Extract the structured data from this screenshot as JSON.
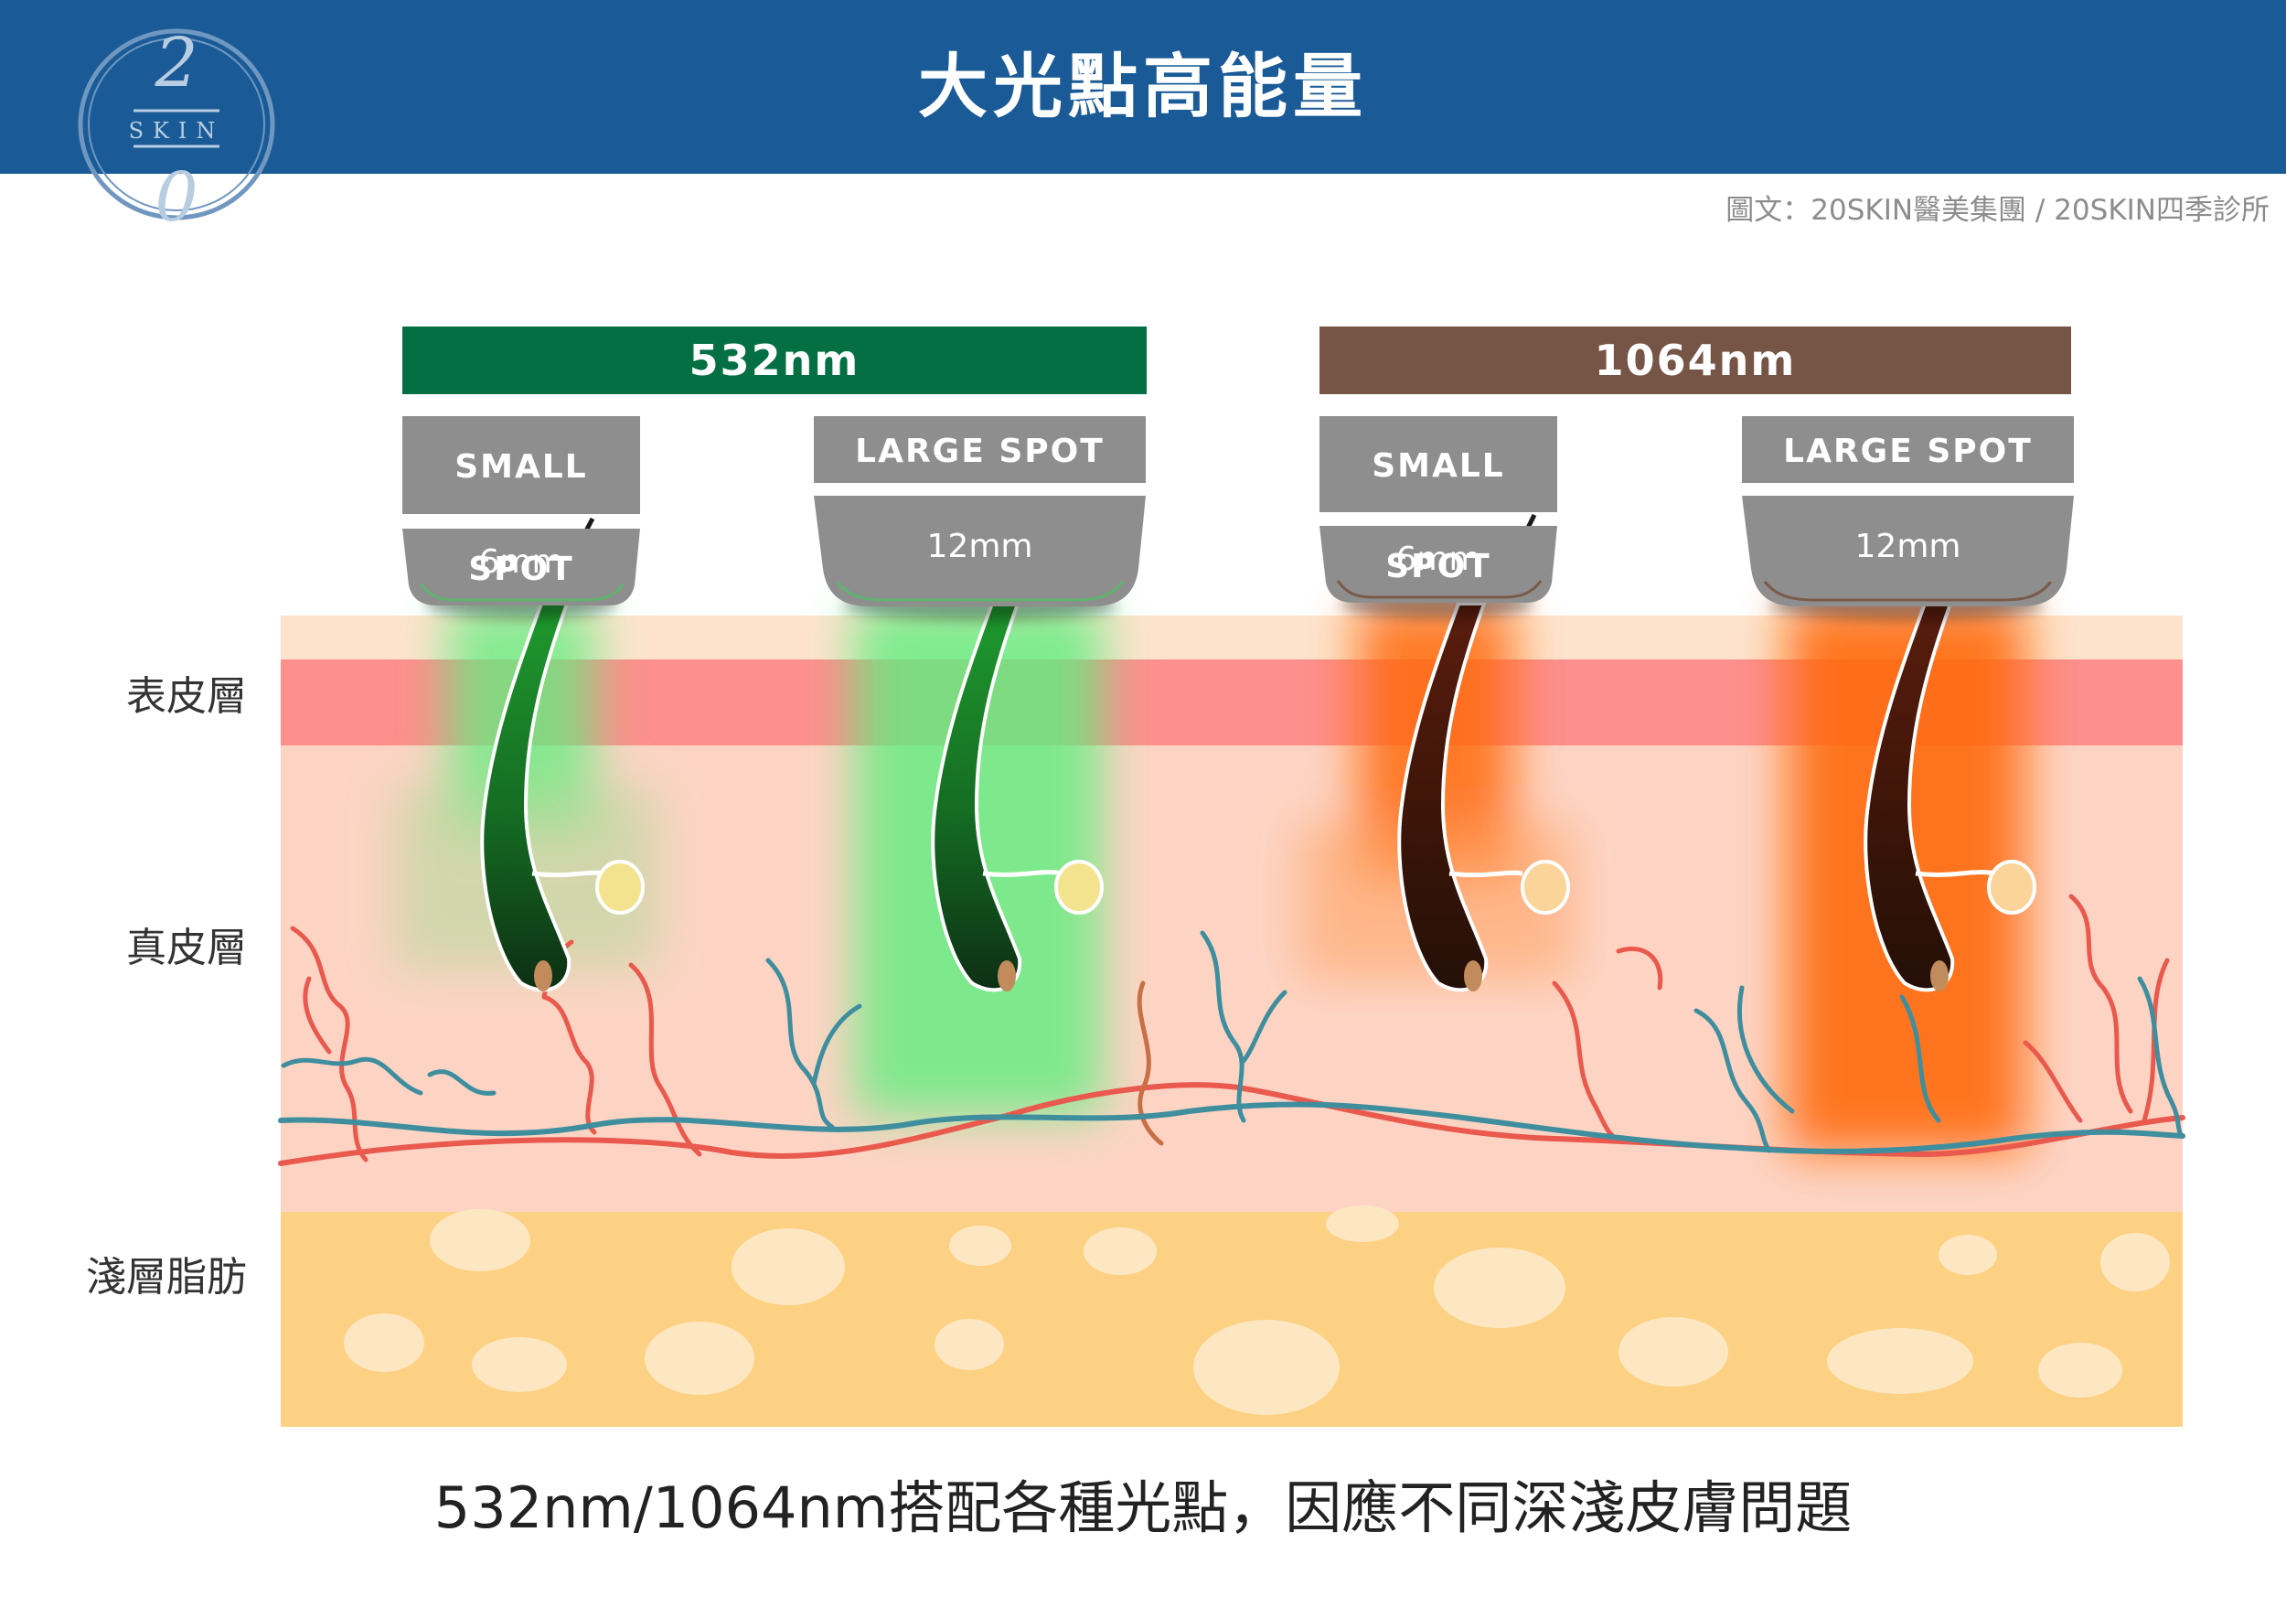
{
  "header": {
    "title": "大光點高能量",
    "logo_digit_top": "2",
    "logo_text": "SKIN",
    "logo_digit_bottom": "0"
  },
  "credit": "圖文：20SKIN醫美集團 / 20SKIN四季診所",
  "layers": {
    "epidermis": "表皮層",
    "dermis": "真皮層",
    "fat": "淺層脂肪"
  },
  "wavelengths": [
    {
      "label": "532nm",
      "color": "#056f44",
      "small_spot": {
        "label": "SMALL SPOT",
        "size": "6mm"
      },
      "large_spot": {
        "label": "LARGE SPOT",
        "size": "12mm"
      }
    },
    {
      "label": "1064nm",
      "color": "#775546",
      "small_spot": {
        "label": "SMALL SPOT",
        "size": "6mm"
      },
      "large_spot": {
        "label": "LARGE SPOT",
        "size": "12mm"
      }
    }
  ],
  "caption": "532nm/1064nm搭配各種光點，因應不同深淺皮膚問題",
  "colors": {
    "header": "#1a5b97",
    "beam_green": "#5fee7f",
    "beam_orange": "#ff6a10",
    "epidermis_top": "#fde3cc",
    "epidermis_band": "#fd8f8c",
    "dermis": "#fdd4c4",
    "fat": "#fdd183",
    "fat_cell": "#fde7c2",
    "artery": "#e9594d",
    "vein": "#3e8e9e"
  }
}
